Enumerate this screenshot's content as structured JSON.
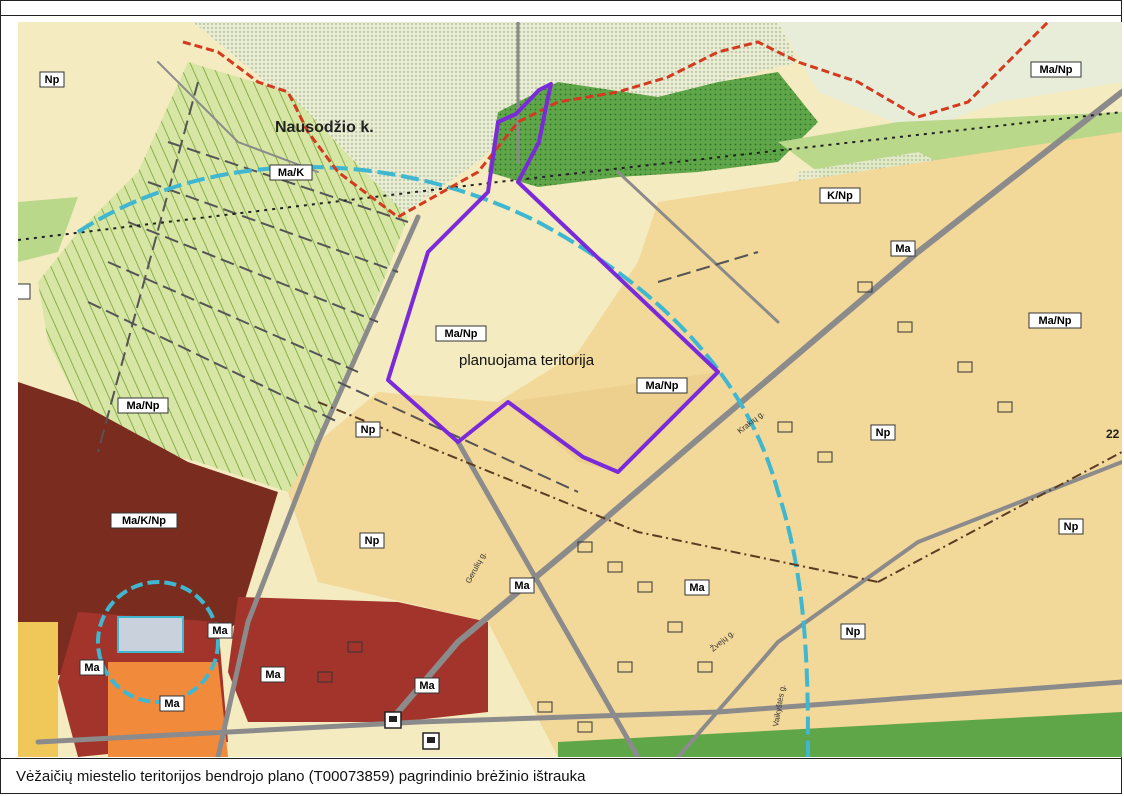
{
  "map": {
    "village_label": "Nausodžio k.",
    "planned_area_label": "planuojama teritorija",
    "road_number": "22",
    "zone_codes": [
      "Np",
      "Ma/Np",
      "Ma/K",
      "K/Np",
      "Ma",
      "Ma/K/Np"
    ],
    "street_names": [
      "Krakių g.",
      "Gerulių g.",
      "Žvejų g.",
      "Vaikyštės g."
    ],
    "colors": {
      "residential_low": "#f6ecc2",
      "residential_high": "#f0d494",
      "industrial": "#7a2d1f",
      "commercial": "#a3342c",
      "recreation_hatch": "#cfe4a0",
      "forest": "#4f9a3c",
      "boundary_red": "#d43a1f",
      "planned_outline": "#7a2ad8",
      "water_line": "#3fb7d0"
    },
    "icons": [
      "bus-stop-icon",
      "bus-stop-icon"
    ]
  },
  "caption": "Vėžaičių miestelio teritorijos bendrojo plano (T00073859) pagrindinio brėžinio ištrauka"
}
